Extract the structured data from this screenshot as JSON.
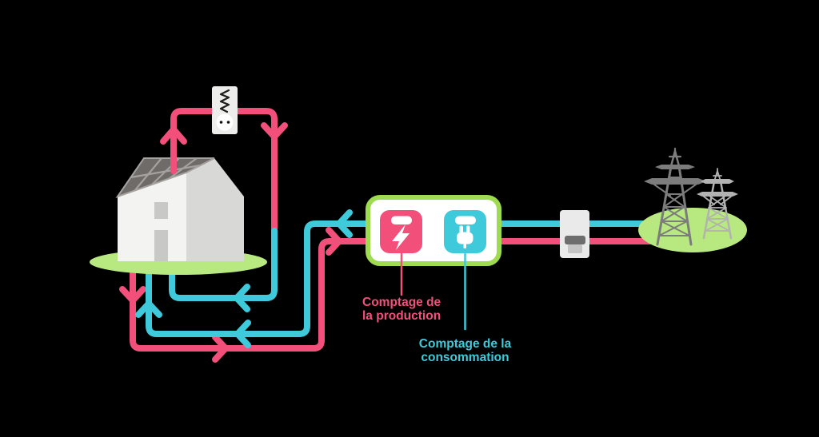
{
  "diagram": {
    "type": "solar-self-consumption-energy-flow",
    "labels": {
      "production": {
        "line1": "Comptage de",
        "line2": "la production"
      },
      "consumption": {
        "line1": "Comptage de la",
        "line2": "consommation"
      }
    },
    "colors": {
      "background": "#000000",
      "production_pink": "#f2507a",
      "consumption_cyan": "#3ecadb",
      "ground_green": "#b7e980",
      "meter_panel_border_green": "#9edb50",
      "house_front": "#f3f3f1",
      "house_side": "#d8d8d6",
      "solar_panel": "#6e6b69",
      "pylon_dark": "#7c7c7c",
      "pylon_light": "#b2b2b2"
    },
    "icons": {
      "production_meter": "lightning-bolt-icon",
      "consumption_meter": "power-plug-icon",
      "appliance": "wall-socket-icon",
      "home": "house-with-solar-panels-icon",
      "junction": "electric-meter-icon",
      "grid": "transmission-pylon-icon"
    }
  }
}
